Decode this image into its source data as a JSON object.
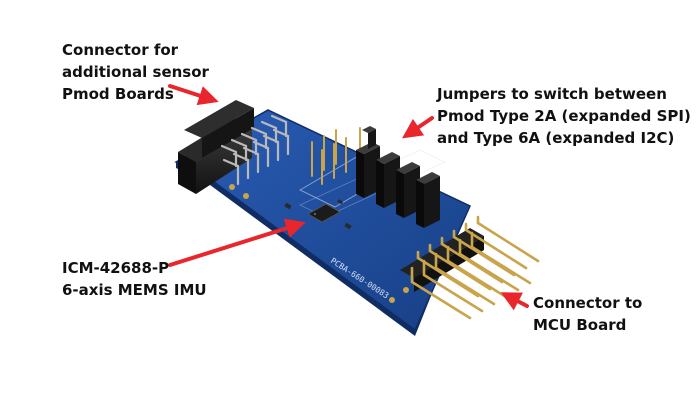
{
  "callouts": {
    "sensor_connector": {
      "lines": [
        "Connector for",
        "additional sensor",
        "Pmod Boards"
      ]
    },
    "jumpers": {
      "lines": [
        "Jumpers to switch between",
        "Pmod Type 2A (expanded SPI)",
        "and Type 6A (expanded I2C)"
      ]
    },
    "imu": {
      "lines": [
        "ICM-42688-P",
        "6-axis MEMS IMU"
      ]
    },
    "mcu_connector": {
      "lines": [
        "Connector to",
        "MCU Board"
      ]
    }
  },
  "board": {
    "silkscreen_text": "PCBA-660-00083"
  },
  "colors": {
    "arrow": "#e8262c",
    "pcb": "#1f4fa0",
    "pcb_dark": "#163a78",
    "header_black": "#1b1b1b",
    "pin_gold": "#c9a44a"
  },
  "icons": {
    "arrow": "red-arrow-icon"
  }
}
